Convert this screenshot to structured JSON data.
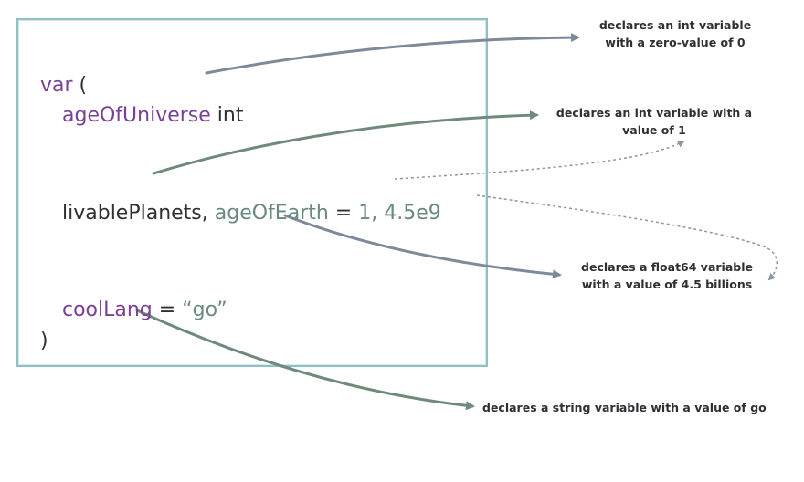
{
  "code": {
    "keyword_var": "var",
    "open_paren": " (",
    "line2_name": "ageOfUniverse",
    "line2_type": " int",
    "line3_name1": "livablePlanets",
    "line3_comma": ", ",
    "line3_name2": "ageOfEarth",
    "line3_eq": " = ",
    "line3_val1": "1",
    "line3_sep": ", ",
    "line3_val2": "4.5e9",
    "line4_name": "coolLang",
    "line4_eq": " = ",
    "line4_val": "“go”",
    "close_paren": ")"
  },
  "annotations": {
    "note1_line1": "declares an int variable",
    "note1_line2": "with a zero-value of 0",
    "note2_line1": "declares an int variable with a",
    "note2_line2": "value of 1",
    "note3_line1": "declares a float64 variable",
    "note3_line2": "with a value of 4.5 billions",
    "note4": "declares a string variable with a value of go"
  },
  "colors": {
    "keyword": "#7a3f96",
    "text": "#2f3033",
    "value": "#6a8a7e",
    "box_border": "#8fc0c6",
    "arrow_slate": "#7d8a99",
    "arrow_green": "#6f8a7a",
    "arrow_dotted": "#8a96a6"
  }
}
